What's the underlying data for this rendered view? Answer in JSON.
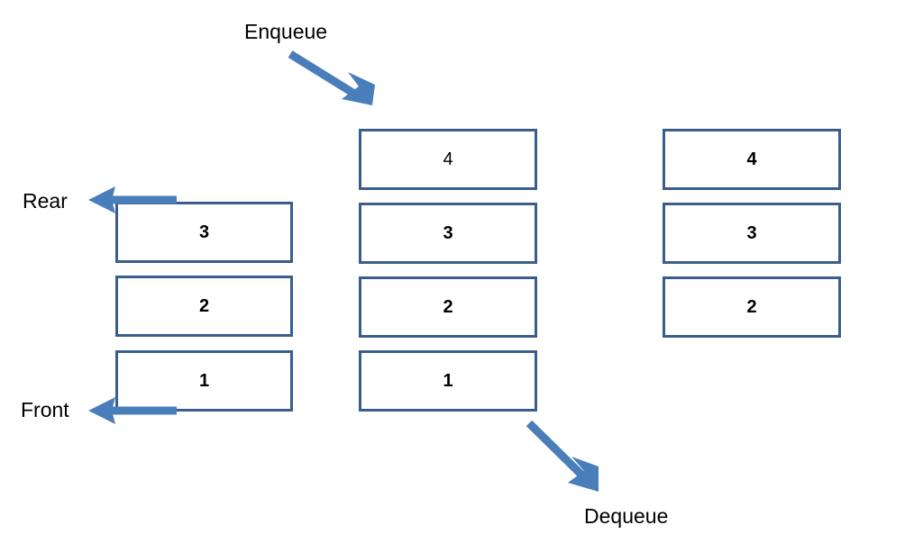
{
  "diagram": {
    "title_elements": {
      "enqueue_label": "Enqueue",
      "dequeue_label": "Dequeue",
      "rear_label": "Rear",
      "front_label": "Front"
    },
    "accent_color": "#4a7ebb",
    "box_border_color": "#3a5e8c",
    "text_color": "#000000",
    "background_color": "#ffffff",
    "columns": [
      {
        "name": "queue-initial",
        "boxes": [
          {
            "value": "3",
            "weight": "bold"
          },
          {
            "value": "2",
            "weight": "bold"
          },
          {
            "value": "1",
            "weight": "bold"
          }
        ]
      },
      {
        "name": "queue-after-enqueue",
        "boxes": [
          {
            "value": "4",
            "weight": "regular"
          },
          {
            "value": "3",
            "weight": "bold"
          },
          {
            "value": "2",
            "weight": "bold"
          },
          {
            "value": "1",
            "weight": "bold"
          }
        ]
      },
      {
        "name": "queue-after-dequeue",
        "boxes": [
          {
            "value": "4",
            "weight": "bold"
          },
          {
            "value": "3",
            "weight": "bold"
          },
          {
            "value": "2",
            "weight": "bold"
          }
        ]
      }
    ],
    "arrows": [
      {
        "name": "enqueue-arrow",
        "direction": "down-right"
      },
      {
        "name": "dequeue-arrow",
        "direction": "down-right"
      },
      {
        "name": "rear-arrow",
        "direction": "left"
      },
      {
        "name": "front-arrow",
        "direction": "left"
      }
    ]
  }
}
